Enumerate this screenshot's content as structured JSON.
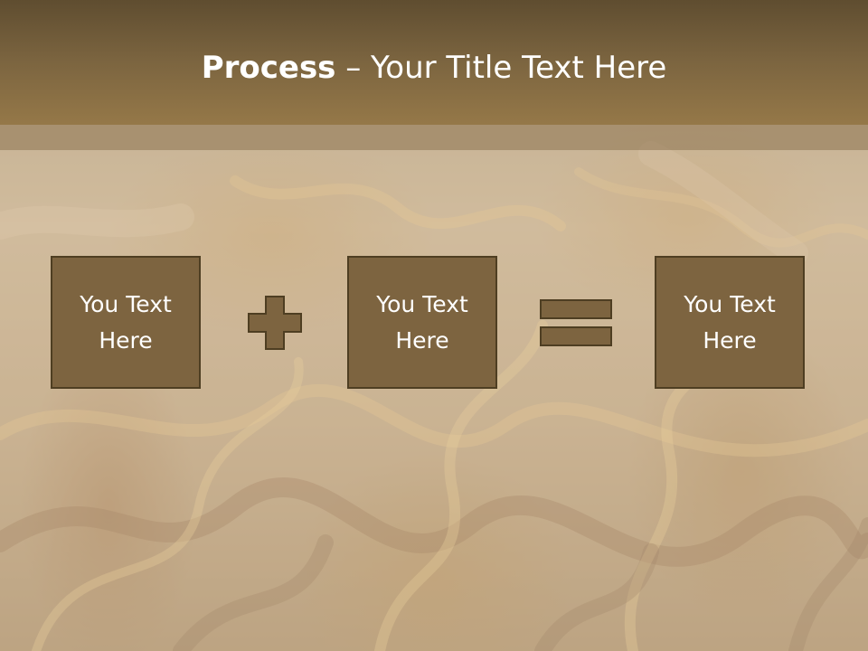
{
  "slide": {
    "title_bold": "Process",
    "title_rest": " – Your Title Text Here"
  },
  "process": {
    "boxes": [
      {
        "label": "You Text Here"
      },
      {
        "label": "You Text Here"
      },
      {
        "label": "You Text Here"
      }
    ],
    "operators": [
      "plus-icon",
      "equals-icon"
    ]
  },
  "colors": {
    "title_bar": "#7c6540",
    "box_fill": "#7d6440",
    "box_border": "#4e3e22",
    "text": "#ffffff"
  }
}
